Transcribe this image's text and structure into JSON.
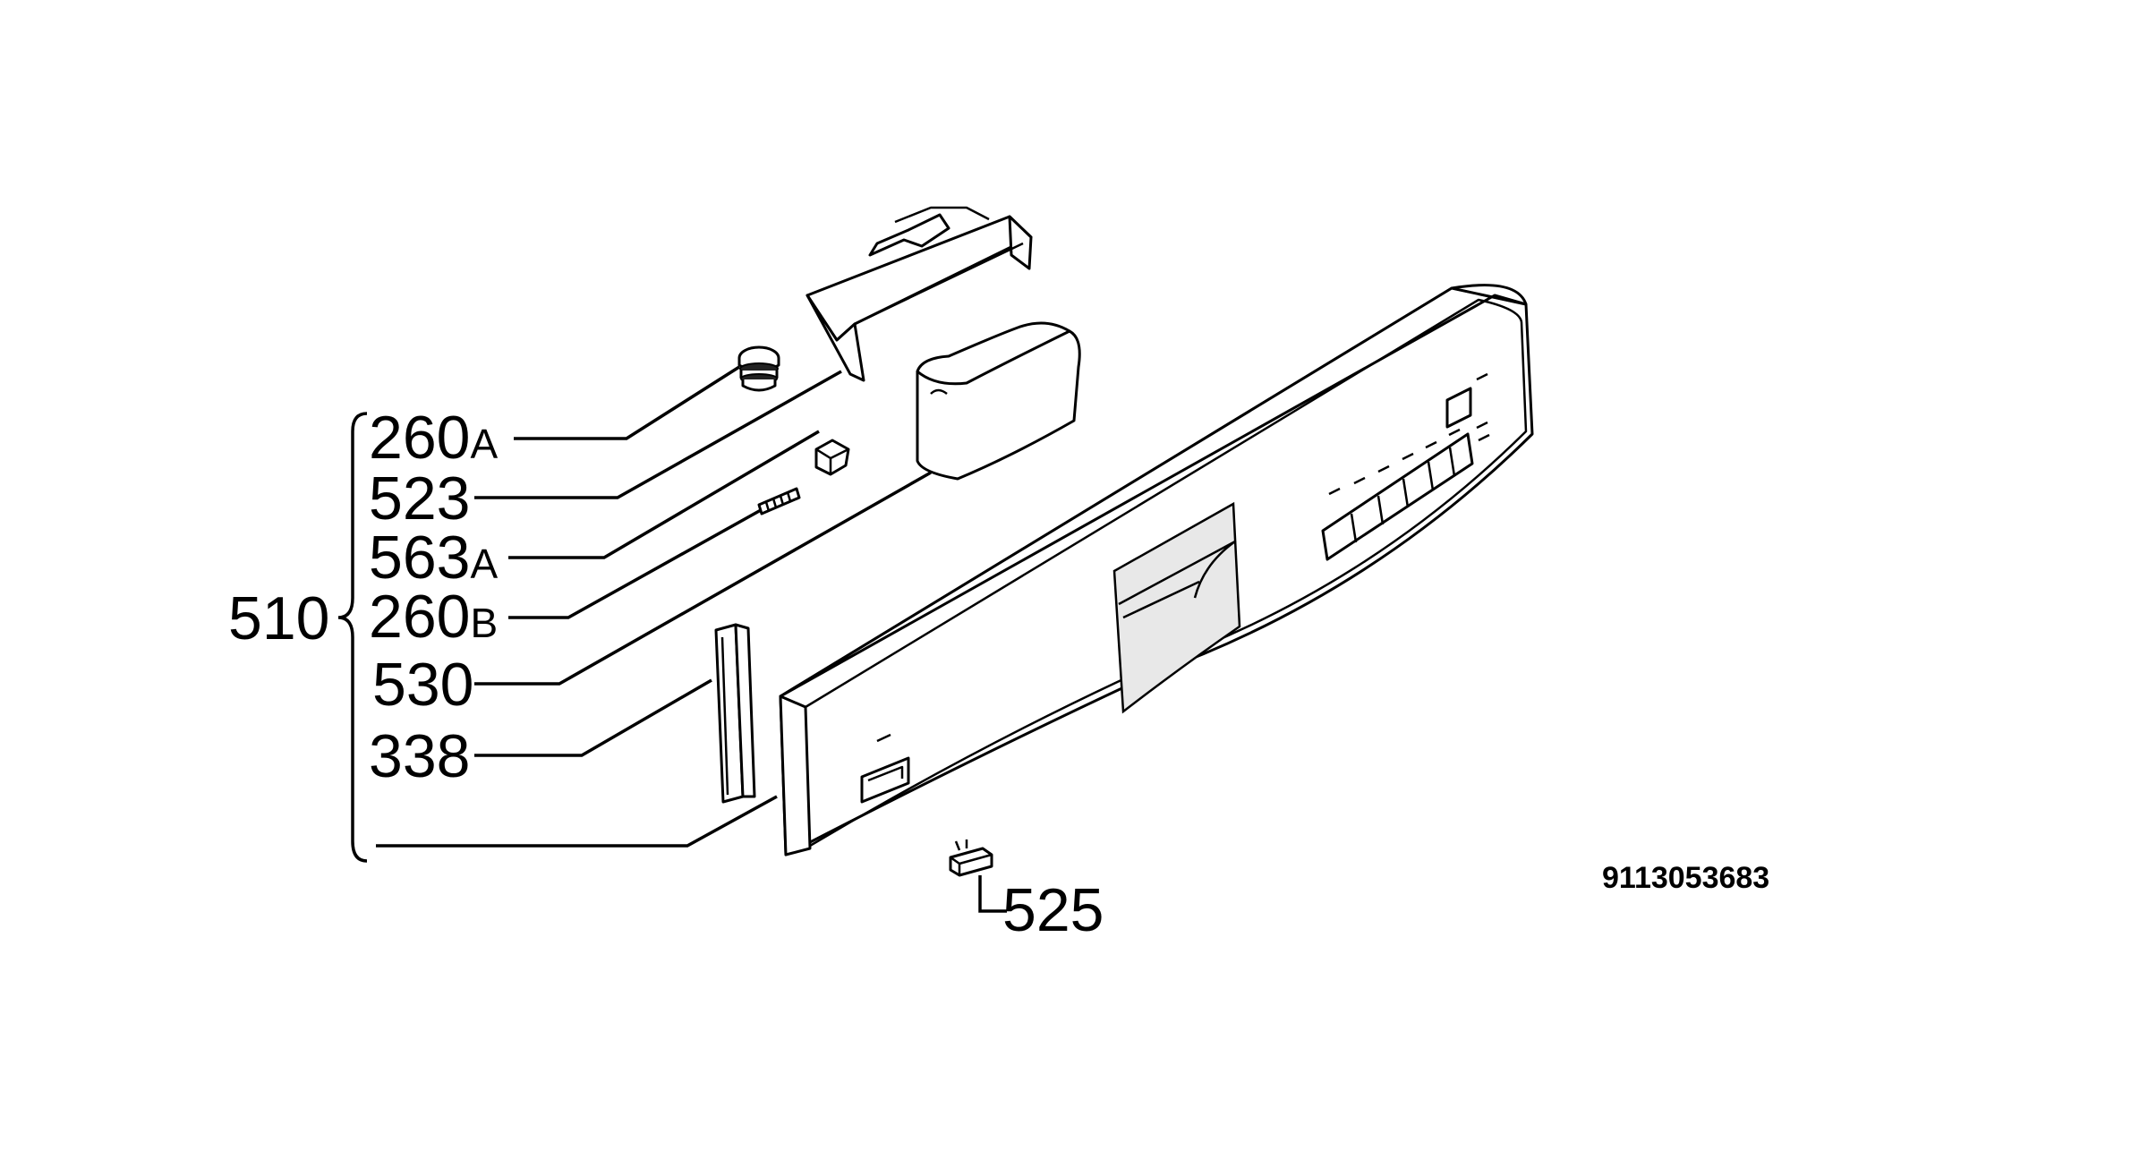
{
  "drawing_number": "9113053683",
  "group_label": "510",
  "callouts": [
    {
      "id": "260A",
      "number": "260",
      "suffix": "A"
    },
    {
      "id": "523",
      "number": "523",
      "suffix": ""
    },
    {
      "id": "563A",
      "number": "563",
      "suffix": "A"
    },
    {
      "id": "260B",
      "number": "260",
      "suffix": "B"
    },
    {
      "id": "530",
      "number": "530",
      "suffix": ""
    },
    {
      "id": "338",
      "number": "338",
      "suffix": ""
    },
    {
      "id": "525",
      "number": "525",
      "suffix": ""
    }
  ]
}
